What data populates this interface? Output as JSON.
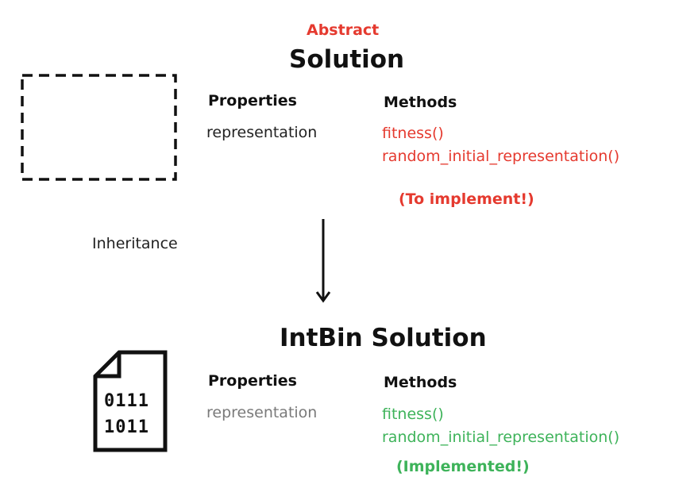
{
  "abstract_class": {
    "tag": "Abstract",
    "title": "Solution",
    "properties_heading": "Properties",
    "property": "representation",
    "methods_heading": "Methods",
    "methods": [
      "fitness()",
      "random_initial_representation()"
    ],
    "note": "(To implement!)"
  },
  "relation": {
    "label": "Inheritance"
  },
  "concrete_class": {
    "title": "IntBin Solution",
    "properties_heading": "Properties",
    "property": "representation",
    "methods_heading": "Methods",
    "methods": [
      "fitness()",
      "random_initial_representation()"
    ],
    "note": "(Implemented!)",
    "file_icon_text": [
      "0111",
      "1011"
    ]
  },
  "colors": {
    "abstract_accent": "#e53a2f",
    "implemented_accent": "#3eb35a",
    "inherited_property": "#7a7a7a"
  }
}
